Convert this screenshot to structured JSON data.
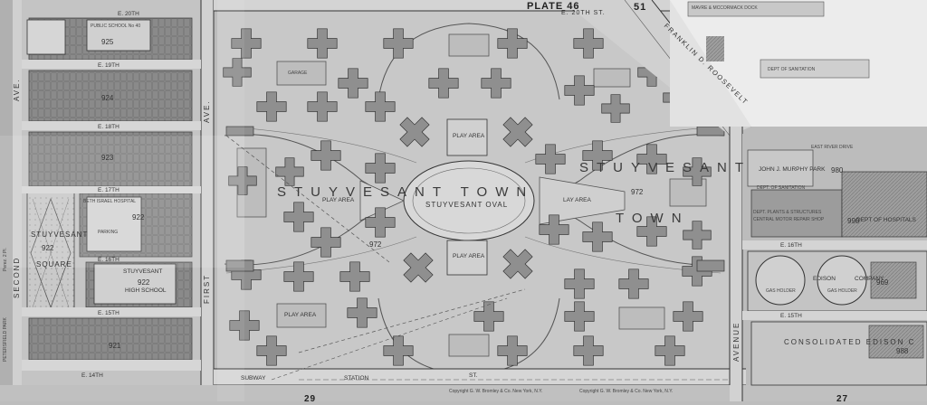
{
  "map": {
    "plate": "PLATE 46",
    "plate_number": "51",
    "titles": {
      "stuyvesant_town_main": "STUYVESANT TOWN",
      "stuyvesant_oval": "STUYVESANT OVAL",
      "stuyvesant_town_east_a": "STUYVESANT",
      "stuyvesant_town_east_b": "TOWN",
      "stuyvesant_square_a": "STUYVESANT",
      "stuyvesant_square_b": "SQUARE",
      "consolidated_edison": "CONSOLIDATED EDISON C"
    },
    "streets": {
      "e20th_top": "E. 20TH ST.",
      "e20th_left": "E. 20TH",
      "e19th": "E. 19TH",
      "e18th": "E. 18TH",
      "e17th": "E. 17TH",
      "e16th": "E. 16TH",
      "e16th_right": "E. 16TH",
      "e15th": "E. 15TH",
      "e15th_right": "E. 15TH",
      "e14th": "E. 14TH",
      "st_bottom": "ST.",
      "first_ave": "FIRST",
      "ave_top": "AVE.",
      "second_ave": "SECOND",
      "ave_left": "AVE.",
      "avenue_right": "AVENUE",
      "fdr": "FRANKLIN D. ROOSEVELT",
      "east_river_drive": "EAST RIVER DRIVE",
      "subway": "SUBWAY",
      "station": "STATION",
      "petersfield_park": "PETERSFIELD PARK",
      "perez_pl": "Perez. 2 Pl."
    },
    "places": {
      "play_area_1": "PLAY AREA",
      "play_area_2": "PLAY AREA",
      "play_area_3": "PLAY AREA",
      "play_area_4": "PLAY AREA",
      "play_area_5": "LAY AREA",
      "john_murphy_park": "JOHN J. MURPHY PARK",
      "public_school": "PUBLIC SCHOOL No 40",
      "stuyvesant_high": "STUYVESANT",
      "high_school": "HIGH SCHOOL",
      "beth_israel": "BETH ISRAEL HOSPITAL",
      "parking": "PARKING",
      "gas_holder_1": "GAS HOLDER",
      "gas_holder_2": "GAS HOLDER",
      "edison": "EDISON",
      "company": "COMPANY",
      "dept_sanitation": "DEPT. OF SANITATION",
      "dept_plants": "DEPT. PLANTS & STRUCTURES",
      "central_motor": "CENTRAL MOTOR REPAIR SHOP",
      "dept_hospitals": "DEPT OF HOSPITALS",
      "garage": "GARAGE",
      "mavre": "MAVRE & MCCORMACK DOCK",
      "dept_sanitation_top": "DEPT OF SANITATION"
    },
    "lot_numbers": {
      "n925": "925",
      "n924": "924",
      "n923": "923",
      "n922a": "922",
      "n922b": "922",
      "n922c": "922",
      "n921": "921",
      "n972a": "972",
      "n972b": "972",
      "n980": "980",
      "n990": "990",
      "n969": "969",
      "n988": "988",
      "n29": "29",
      "n27": "27"
    },
    "credits": {
      "left": "Copyright G. W. Bromley & Co. New York, N.Y.",
      "right": "Copyright G. W. Bromley & Co. New York, N.Y."
    }
  }
}
